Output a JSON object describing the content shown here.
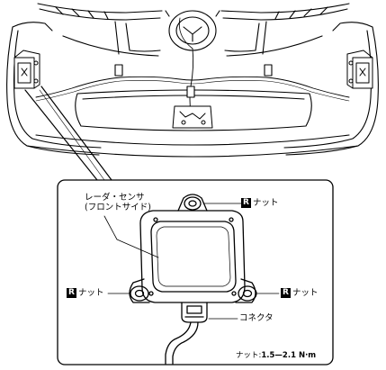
{
  "callouts": {
    "sensor_line1": "レーダ・センサ",
    "sensor_line2": "(フロントサイド)",
    "nut_top": "ナット",
    "nut_left": "ナット",
    "nut_right": "ナット",
    "connector": "コネクタ",
    "badge": "R"
  },
  "torque": {
    "label": "ナット:",
    "value": "1.5—2.1 N·m"
  }
}
